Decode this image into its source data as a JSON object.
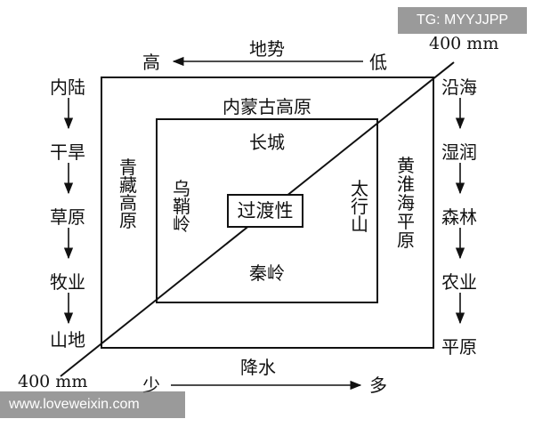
{
  "top_axis": {
    "title": "地势",
    "high": "高",
    "low": "低"
  },
  "bottom_axis": {
    "title": "降水",
    "less": "少",
    "more": "多"
  },
  "isohyet": {
    "top_label": "400 mm",
    "bottom_label": "400 mm"
  },
  "left_column": [
    "内陆",
    "干旱",
    "草原",
    "牧业",
    "山地"
  ],
  "right_column": [
    "沿海",
    "湿润",
    "森林",
    "农业",
    "平原"
  ],
  "regions": {
    "outer_left": "青藏高原",
    "outer_right": "黄淮海平原",
    "inner_top": "内蒙古高原",
    "inner_top_sub": "长城",
    "inner_left": "乌鞘岭",
    "inner_right": "太行山",
    "inner_bottom": "秦岭",
    "center": "过渡性"
  },
  "watermarks": {
    "top_right": "TG: MYYJJPP",
    "bottom_left": "www.loveweixin.com"
  }
}
